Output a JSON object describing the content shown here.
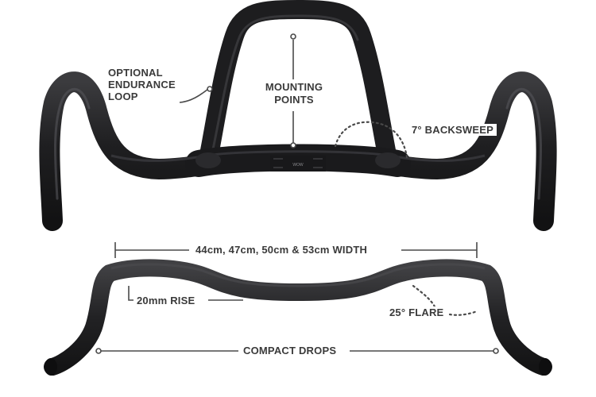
{
  "callouts": {
    "endurance_loop": [
      "OPTIONAL",
      "ENDURANCE",
      "LOOP"
    ],
    "mounting_points": [
      "MOUNTING",
      "POINTS"
    ],
    "backsweep": "7° BACKSWEEP",
    "width": "44cm, 47cm, 50cm & 53cm WIDTH",
    "rise": "20mm RISE",
    "flare": "25° FLARE",
    "drops": "COMPACT DROPS"
  },
  "bar_marking": "WOW",
  "colors": {
    "bar": "#1c1c1e",
    "bar_highlight": "#3a3a3c",
    "annotation": "#4a4a4a",
    "background": "#ffffff"
  }
}
